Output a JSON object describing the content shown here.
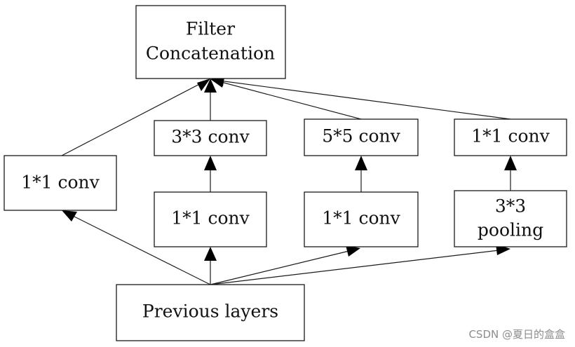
{
  "nodes": {
    "filter_concat": {
      "line1": "Filter",
      "line2": "Concatenation"
    },
    "branch1_conv": "1*1 conv",
    "branch2_conv3": "3*3 conv",
    "branch2_conv1": "1*1 conv",
    "branch3_conv5": "5*5 conv",
    "branch3_conv1": "1*1 conv",
    "branch4_conv1": "1*1 conv",
    "branch4_pool": {
      "line1": "3*3",
      "line2": "pooling"
    },
    "previous_layers": "Previous layers"
  },
  "watermark": "CSDN @夏日的盒盒"
}
